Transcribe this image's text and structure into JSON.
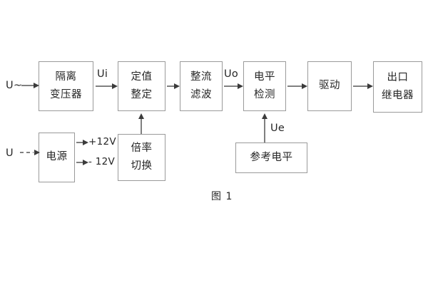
{
  "figure": {
    "caption": "图 1",
    "colors": {
      "background": "#ffffff",
      "block_border": "#9a9a9a",
      "connector": "#565656",
      "arrow_head": "#3b3b3b",
      "text": "#262626"
    }
  },
  "blocks": {
    "isolation_transformer": {
      "line1": "隔离",
      "line2": "变压器"
    },
    "setting_value": {
      "line1": "定值",
      "line2": "整定"
    },
    "rectify_filter": {
      "line1": "整流",
      "line2": "滤波"
    },
    "level_detect": {
      "line1": "电平",
      "line2": "检测"
    },
    "drive": {
      "line1": "驱动"
    },
    "output_relay": {
      "line1": "出口",
      "line2": "继电器"
    },
    "power_supply": {
      "line1": "电源"
    },
    "multiplier_switch": {
      "line1": "倍率",
      "line2": "切换"
    },
    "reference_level": {
      "line1": "参考电平"
    }
  },
  "labels": {
    "ac_input": "U~",
    "dc_input": "U",
    "ui": "Ui",
    "uo": "Uo",
    "ue": "Ue",
    "rail_positive": "+12V",
    "rail_negative": "- 12V"
  },
  "signal_flow": {
    "main_chain": [
      "隔离变压器",
      "定值整定",
      "整流滤波",
      "电平检测",
      "驱动",
      "出口继电器"
    ],
    "branches": [
      {
        "from": "倍率切换",
        "to": "定值整定",
        "label": ""
      },
      {
        "from": "参考电平",
        "to": "电平检测",
        "label": "Ue"
      },
      {
        "from": "电源",
        "to": "+12V",
        "label": "+12V"
      },
      {
        "from": "电源",
        "to": "- 12V",
        "label": "- 12V"
      }
    ]
  }
}
